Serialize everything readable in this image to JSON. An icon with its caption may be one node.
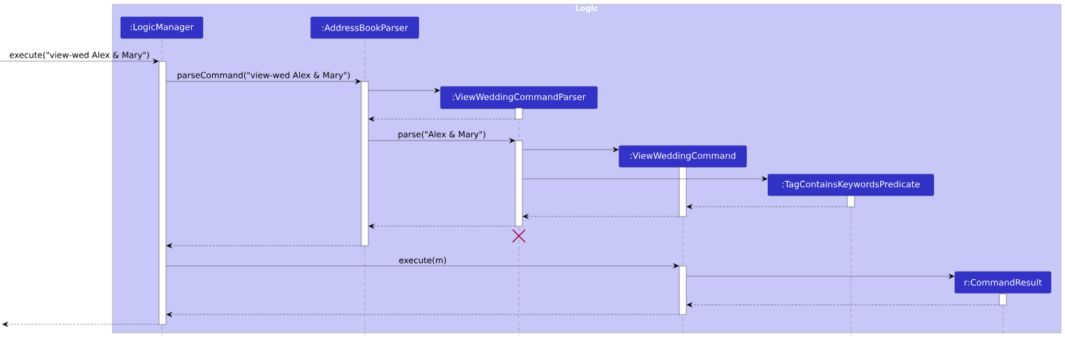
{
  "diagram": {
    "nodes": [
      {
        "text": [
          "Logic"
        ]
      },
      {
        "text": [
          ":LogicManager"
        ],
        "in": 0
      },
      {
        "text": [
          ":AddressBookParser"
        ],
        "in": 0
      },
      {
        "text": [
          ":ViewWeddingCommandParser"
        ],
        "in": 0
      },
      {
        "text": [
          ":ViewWeddingCommand"
        ],
        "in": 0
      },
      {
        "text": [
          ":TagContainsKeywordsPredicate"
        ],
        "in": 0
      },
      {
        "text": [
          "r:CommandResult"
        ],
        "in": 0
      },
      {
        "text": [],
        "shape": "bar",
        "in": 0
      },
      {
        "text": [],
        "shape": "bar",
        "in": 0
      },
      {
        "text": [],
        "shape": "bar",
        "in": 0
      },
      {
        "text": [],
        "shape": "bar",
        "in": 0
      },
      {
        "text": [],
        "shape": "bar",
        "in": 0
      },
      {
        "text": [],
        "shape": "bar",
        "in": 0
      },
      {
        "text": [],
        "shape": "bar",
        "in": 0
      },
      {
        "text": [],
        "shape": "bar",
        "in": 0
      }
    ],
    "edges": [
      {
        "from": null,
        "to": 7,
        "arrow": "to",
        "label": "execute(\"view-wed Alex & Mary\")"
      },
      {
        "from": 7,
        "to": 8,
        "arrow": "to",
        "label": "parseCommand(\"view-wed Alex & Mary\")"
      },
      {
        "from": 8,
        "to": 3,
        "arrow": "to"
      },
      {
        "from": 9,
        "to": 8,
        "arrow": "to",
        "style": "dashed"
      },
      {
        "from": 8,
        "to": 10,
        "arrow": "to",
        "label": "parse(\"Alex & Mary\")"
      },
      {
        "from": 10,
        "to": 4,
        "arrow": "to"
      },
      {
        "from": 10,
        "to": 5,
        "arrow": "to"
      },
      {
        "from": 12,
        "to": 11,
        "arrow": "to",
        "style": "dashed"
      },
      {
        "from": 11,
        "to": 10,
        "arrow": "to",
        "style": "dashed"
      },
      {
        "from": 10,
        "to": 8,
        "arrow": "to",
        "style": "dashed"
      },
      {
        "from": 8,
        "to": 7,
        "arrow": "to",
        "style": "dashed"
      },
      {
        "from": 7,
        "to": 13,
        "arrow": "to",
        "label": "execute(m)"
      },
      {
        "from": 13,
        "to": 6,
        "arrow": "to"
      },
      {
        "from": 14,
        "to": 13,
        "arrow": "to",
        "style": "dashed"
      },
      {
        "from": 13,
        "to": 7,
        "arrow": "to",
        "style": "dashed"
      },
      {
        "from": 7,
        "to": null,
        "arrow": "to",
        "style": "dashed"
      }
    ]
  }
}
